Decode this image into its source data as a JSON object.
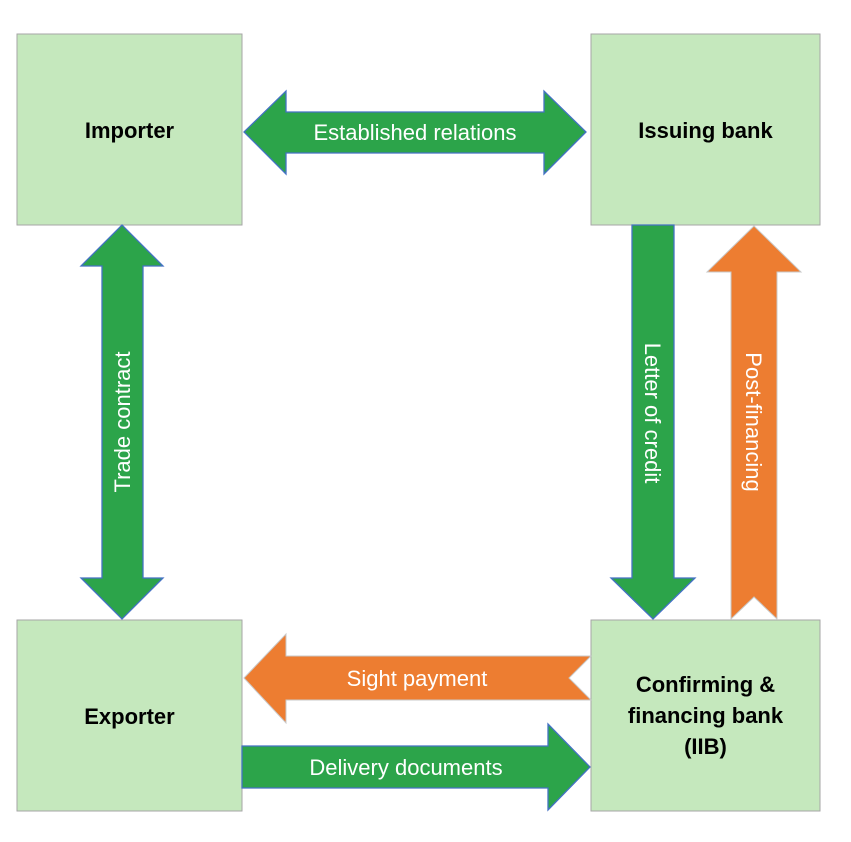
{
  "title": "Letter of credit post-financing flow",
  "colors": {
    "box_fill": "#c5e8bd",
    "green_arrow": "#2ca44a",
    "orange_arrow": "#ed7d31",
    "arrow_outline": "#4472c4"
  },
  "nodes": {
    "importer": {
      "label": "Importer"
    },
    "issuing_bank": {
      "label": "Issuing bank"
    },
    "exporter": {
      "label": "Exporter"
    },
    "confirming_bank": {
      "lines": [
        "Confirming &",
        "financing bank",
        "(IIB)"
      ]
    }
  },
  "flows": {
    "established_relations": {
      "label": "Established relations",
      "from": "Importer",
      "to": "Issuing bank",
      "direction": "bidirectional",
      "color": "green"
    },
    "trade_contract": {
      "label": "Trade contract",
      "from": "Importer",
      "to": "Exporter",
      "direction": "bidirectional",
      "color": "green"
    },
    "letter_of_credit": {
      "label": "Letter of credit",
      "from": "Issuing bank",
      "to": "Confirming & financing bank (IIB)",
      "direction": "one-way",
      "color": "green"
    },
    "post_financing": {
      "label": "Post-financing",
      "from": "Confirming & financing bank (IIB)",
      "to": "Issuing bank",
      "direction": "one-way",
      "color": "orange"
    },
    "sight_payment": {
      "label": "Sight payment",
      "from": "Confirming & financing bank (IIB)",
      "to": "Exporter",
      "direction": "one-way",
      "color": "orange"
    },
    "delivery_documents": {
      "label": "Delivery documents",
      "from": "Exporter",
      "to": "Confirming & financing bank (IIB)",
      "direction": "one-way",
      "color": "green"
    }
  }
}
